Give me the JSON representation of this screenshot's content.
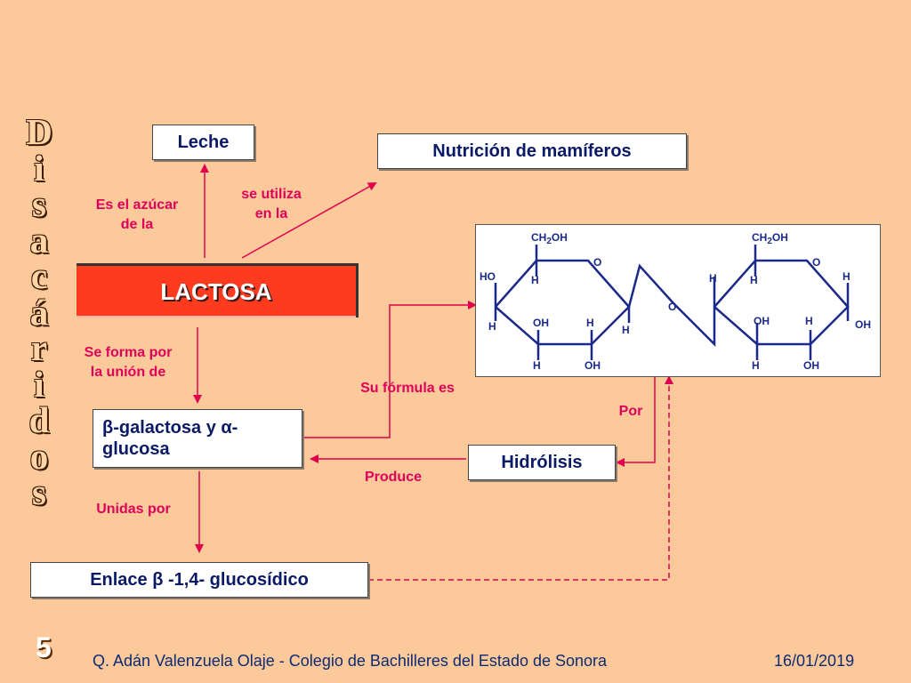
{
  "side_title": "Disacáridos",
  "boxes": {
    "leche": "Leche",
    "nutricion": "Nutrición de mamíferos",
    "lactosa": "LACTOSA",
    "galactosa_line1": "β-galactosa y  α-",
    "galactosa_line2": "glucosa",
    "hidrolisis": "Hidrólisis",
    "enlace": "Enlace β -1,4- glucosídico"
  },
  "labels": {
    "es_azucar_1": "Es el azúcar",
    "es_azucar_2": "de la",
    "se_utiliza_1": "se utiliza",
    "se_utiliza_2": "en la",
    "se_forma_1": "Se forma por",
    "se_forma_2": "la unión de",
    "su_formula": "Su fórmula  es",
    "por": "Por",
    "produce": "Produce",
    "unidas_por": "Unidas por"
  },
  "formula": {
    "ch2oh_left": "CH",
    "ch2oh_left_sub": "2",
    "ch2oh_left_oh": "OH",
    "ch2oh_right": "CH",
    "ch2oh_right_sub": "2",
    "ch2oh_right_oh": "OH",
    "ring_o_left": "O",
    "ring_o_right": "O",
    "bridge_o": "O",
    "ho": "HO",
    "h": "H",
    "oh": "OH"
  },
  "footer": {
    "page_number": "5",
    "author": "Q. Adán Valenzuela Olaje - Colegio de Bachilleres del Estado de Sonora",
    "date": "16/01/2019"
  },
  "colors": {
    "background": "#fcc99b",
    "arrow": "#e0004e",
    "box_text": "#0a1a66",
    "lactosa_fill": "#ff3b1f"
  }
}
